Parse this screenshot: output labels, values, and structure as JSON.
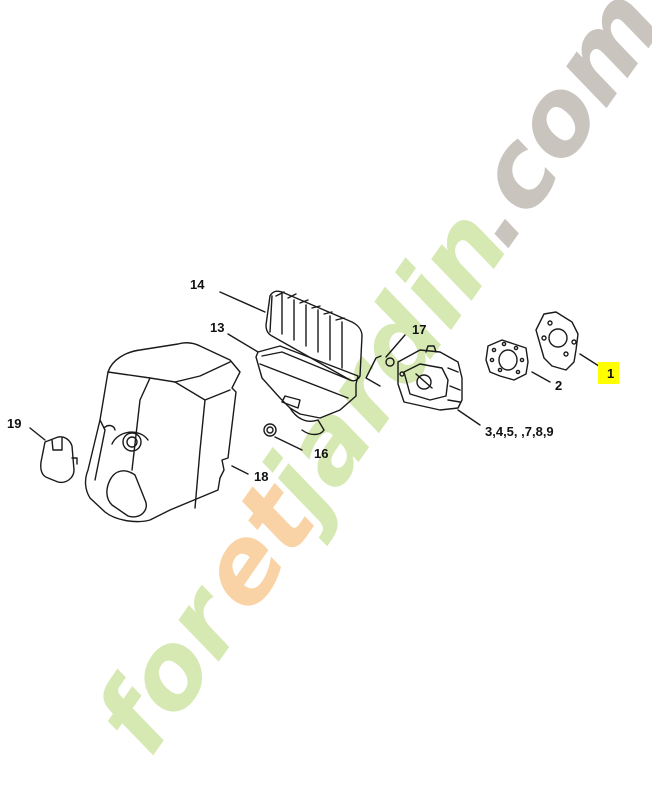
{
  "diagram": {
    "type": "exploded-parts-diagram",
    "subject": "chainsaw air filter and carburetor assembly",
    "highlighted_part": "1",
    "highlight_color": "#ffff00",
    "line_color": "#1a1a1a"
  },
  "watermark": {
    "parts": [
      {
        "text": "for",
        "color": "#c8e29a"
      },
      {
        "text": "et",
        "color": "#f7c58e"
      },
      {
        "text": "jardin",
        "color": "#c8e29a"
      },
      {
        "text": ".com",
        "color": "#bdb7b0"
      }
    ]
  },
  "callouts": [
    {
      "id": "1",
      "label": "1",
      "highlighted": true
    },
    {
      "id": "2",
      "label": "2"
    },
    {
      "id": "3-9",
      "label": "3,4,5,   ,7,8,9"
    },
    {
      "id": "13",
      "label": "13"
    },
    {
      "id": "14",
      "label": "14"
    },
    {
      "id": "16",
      "label": "16"
    },
    {
      "id": "17",
      "label": "17"
    },
    {
      "id": "18",
      "label": "18"
    },
    {
      "id": "19",
      "label": "19"
    }
  ],
  "parts": [
    {
      "id": "1",
      "name": "gasket-large"
    },
    {
      "id": "2",
      "name": "gasket-small"
    },
    {
      "id": "3-9",
      "name": "carburetor"
    },
    {
      "id": "13",
      "name": "filter-base"
    },
    {
      "id": "14",
      "name": "air-filter"
    },
    {
      "id": "16",
      "name": "nut"
    },
    {
      "id": "17",
      "name": "choke-rod"
    },
    {
      "id": "18",
      "name": "top-cover"
    },
    {
      "id": "19",
      "name": "knob"
    }
  ]
}
